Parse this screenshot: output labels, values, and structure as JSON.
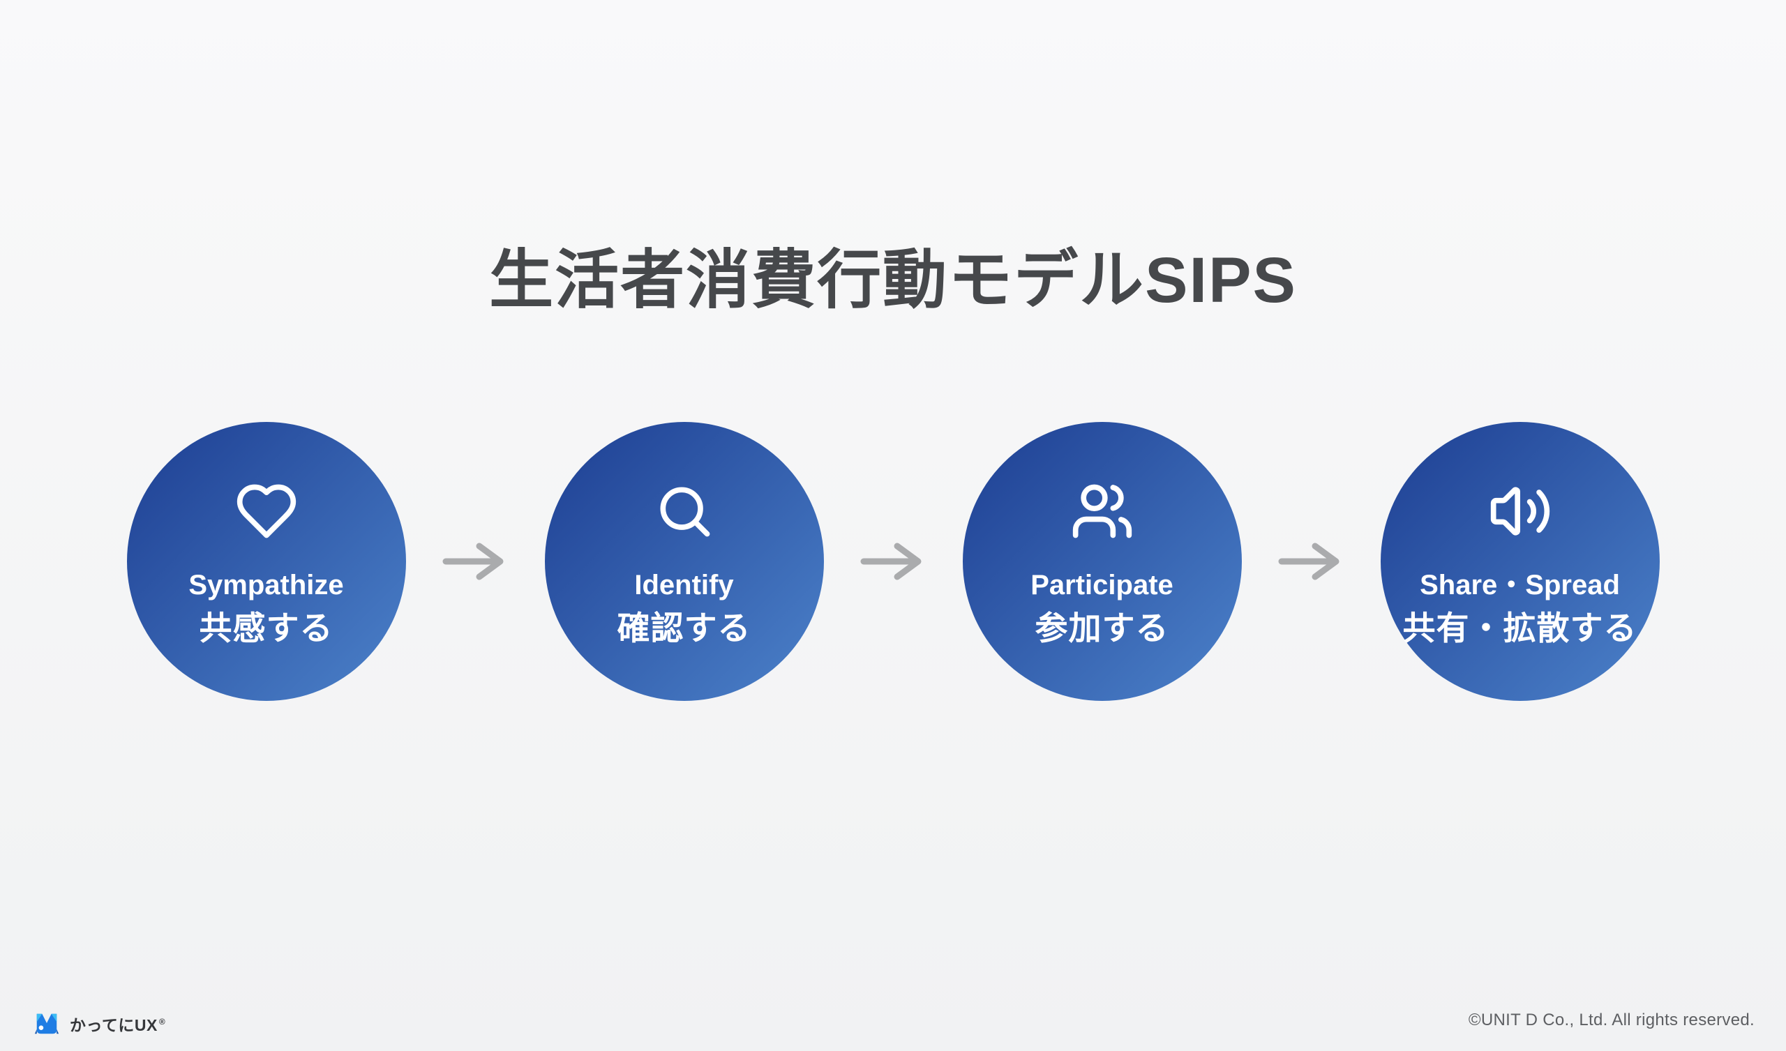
{
  "title": "生活者消費行動モデルSIPS",
  "diagram": {
    "steps": [
      {
        "name": "sympathize",
        "icon": "heart-icon",
        "label_en": "Sympathize",
        "label_ja": "共感する"
      },
      {
        "name": "identify",
        "icon": "search-icon",
        "label_en": "Identify",
        "label_ja": "確認する"
      },
      {
        "name": "participate",
        "icon": "users-icon",
        "label_en": "Participate",
        "label_ja": "参加する"
      },
      {
        "name": "share-spread",
        "icon": "speaker-icon",
        "label_en": "Share・Spread",
        "label_ja": "共有・拡散する"
      }
    ]
  },
  "footer": {
    "brand": "かってにUX",
    "registered_mark": "®",
    "copyright": "©UNIT D Co., Ltd. All rights reserved."
  },
  "colors": {
    "bg-top": "#f9f9fa",
    "bg-bottom": "#f1f2f3",
    "title-color": "#46484b",
    "circle-grad-start": "#1d3e92",
    "circle-grad-end": "#4c82ca",
    "arrow-color": "#aaabad",
    "footer-text": "#35373a",
    "copyright-color": "#5d5f62",
    "logo-blue": "#1f7de4",
    "logo-cyan": "#3cbdf4",
    "circle-text": "#ffffff"
  }
}
